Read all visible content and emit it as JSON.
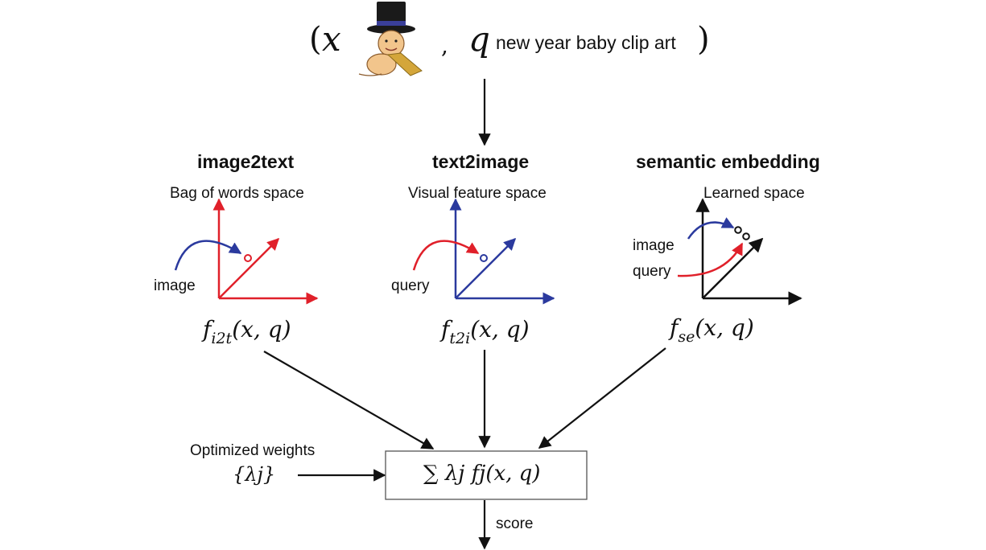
{
  "input": {
    "open_paren": "(",
    "x_symbol": "x",
    "comma": ",",
    "q_symbol": "q",
    "query_text": "new year baby clip art",
    "close_paren": ")"
  },
  "modules": [
    {
      "title": "image2text",
      "space": "Bag of words space",
      "arrow_label": "image",
      "func": "f",
      "func_sub": "i2t",
      "func_args": "(x, q)",
      "axis_color": "#e0202a",
      "curve_color": "#2b3a9e"
    },
    {
      "title": "text2image",
      "space": "Visual feature space",
      "arrow_label": "query",
      "func": "f",
      "func_sub": "t2i",
      "func_args": "(x, q)",
      "axis_color": "#2b3a9e",
      "curve_color": "#e0202a"
    },
    {
      "title": "semantic embedding",
      "space": "Learned space",
      "arrow_labels": [
        "image",
        "query"
      ],
      "func": "f",
      "func_sub": "se",
      "func_args": "(x, q)",
      "axis_color": "#111111"
    }
  ],
  "combiner": {
    "weights_label": "Optimized weights",
    "weights_symbol": "{λj}",
    "formula": "∑ λj fj(x, q)"
  },
  "output_label": "score",
  "colors": {
    "red": "#e0202a",
    "blue": "#2b3a9e",
    "black": "#111111",
    "box_border": "#555555"
  },
  "icons": {
    "thumbnail": "baby-in-top-hat-clipart"
  }
}
